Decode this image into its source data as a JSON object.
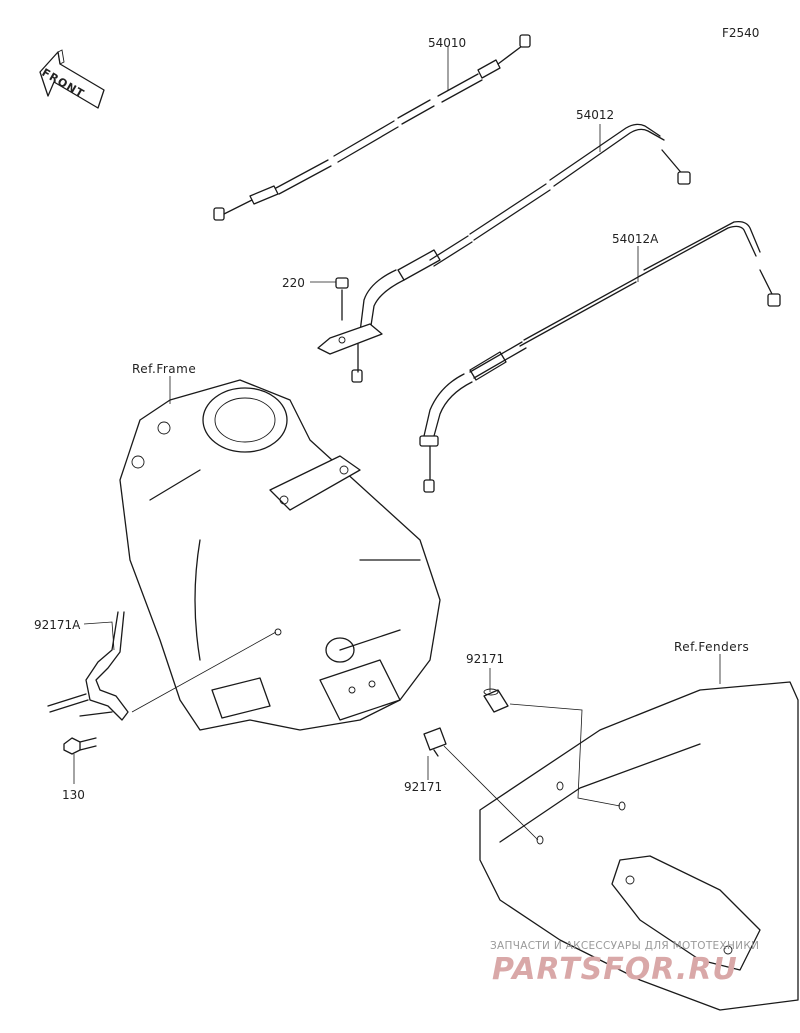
{
  "diagram": {
    "code": "F2540",
    "front_label": "FRONT",
    "parts": {
      "p54010": "54010",
      "p54012": "54012",
      "p54012a": "54012A",
      "p220": "220",
      "p92171a": "92171A",
      "p130": "130",
      "p92171_top": "92171",
      "p92171_bottom": "92171"
    },
    "references": {
      "frame": "Ref.Frame",
      "fenders": "Ref.Fenders"
    }
  },
  "watermark": {
    "caption": "ЗАПЧАСТИ И АКСЕССУАРЫ ДЛЯ МОТОТЕХНИКИ",
    "brand": "PARTSFOR.RU"
  }
}
